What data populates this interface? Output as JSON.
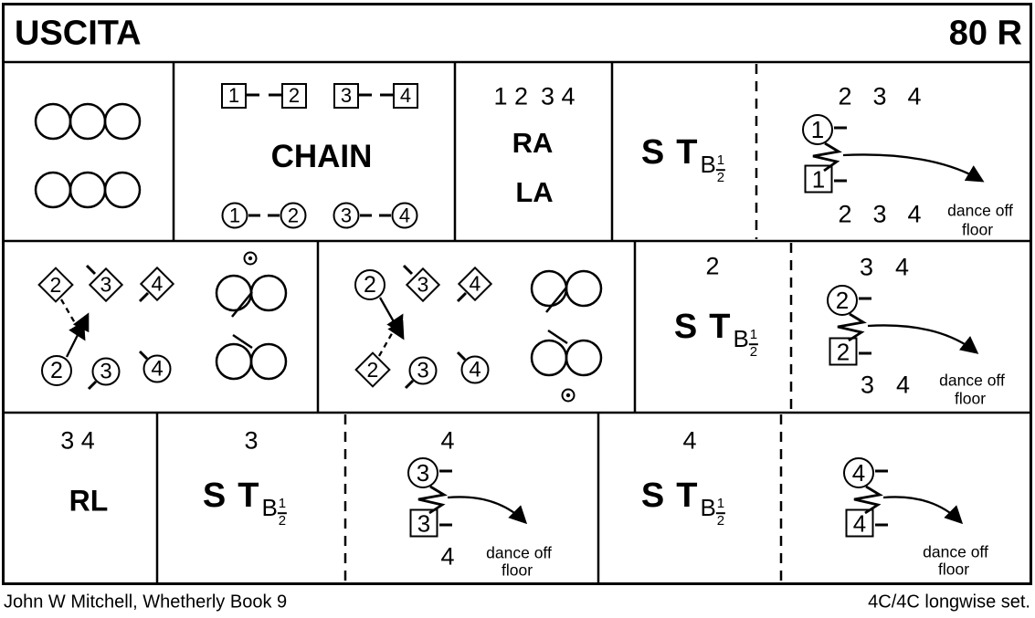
{
  "title": "USCITA",
  "bars": "80 R",
  "footer_left": "John W Mitchell, Whetherly Book 9",
  "footer_right": "4C/4C longwise set.",
  "colors": {
    "ink": "#000000",
    "paper": "#ffffff"
  },
  "moves": {
    "chain": "CHAIN",
    "ra": "RA",
    "la": "LA",
    "rl": "RL",
    "set": "S",
    "turn": "T",
    "both_hands": "B",
    "half_num": "1",
    "half_den": "2",
    "dance_off": "dance off",
    "floor": "floor"
  },
  "dancers": {
    "d1": "1",
    "d2": "2",
    "d3": "3",
    "d4": "4"
  },
  "sequences": {
    "ra_la_header_left": "1 2",
    "ra_la_header_right": "3 4",
    "exit1_top": [
      "2",
      "3",
      "4"
    ],
    "exit1_bottom": [
      "2",
      "3",
      "4"
    ],
    "st2_header": "2",
    "exit2_top": [
      "3",
      "4"
    ],
    "exit2_bottom": [
      "3",
      "4"
    ],
    "rl_header": "3 4",
    "st3_header": "3",
    "exit3_top": "4",
    "exit3_bottom": "4",
    "st4_header": "4"
  }
}
